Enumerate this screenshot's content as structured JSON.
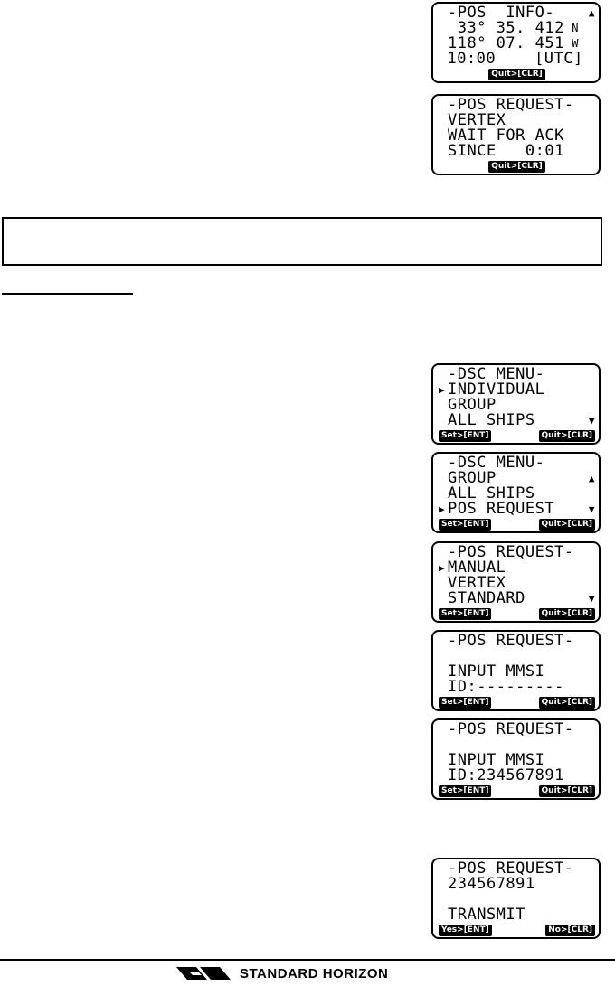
{
  "screens": [
    {
      "lines": [
        {
          "cursor": false,
          "text": "-POS  INFO-",
          "arrow": "up"
        },
        {
          "cursor": false,
          "text": " 33° 35. 412",
          "suffix": "N",
          "arrow": ""
        },
        {
          "cursor": false,
          "text": "118° 07. 451",
          "suffix": "W",
          "arrow": ""
        },
        {
          "cursor": false,
          "text": "10:00    [UTC]",
          "arrow": ""
        }
      ],
      "keys": {
        "left": "",
        "right": "Quit>[CLR]",
        "center": true
      }
    },
    {
      "lines": [
        {
          "cursor": false,
          "text": "-POS REQUEST-",
          "arrow": ""
        },
        {
          "cursor": false,
          "text": "VERTEX",
          "arrow": ""
        },
        {
          "cursor": false,
          "text": "WAIT FOR ACK",
          "arrow": ""
        },
        {
          "cursor": false,
          "text": "SINCE   0:01",
          "arrow": ""
        }
      ],
      "keys": {
        "left": "",
        "right": "Quit>[CLR]",
        "center": true
      }
    },
    {
      "lines": [
        {
          "cursor": false,
          "text": "-DSC MENU-",
          "arrow": ""
        },
        {
          "cursor": true,
          "text": "INDIVIDUAL",
          "arrow": ""
        },
        {
          "cursor": false,
          "text": "GROUP",
          "arrow": ""
        },
        {
          "cursor": false,
          "text": "ALL SHIPS",
          "arrow": "down"
        }
      ],
      "keys": {
        "left": "Set>[ENT]",
        "right": "Quit>[CLR]",
        "center": false
      }
    },
    {
      "lines": [
        {
          "cursor": false,
          "text": "-DSC MENU-",
          "arrow": ""
        },
        {
          "cursor": false,
          "text": "GROUP",
          "arrow": "up"
        },
        {
          "cursor": false,
          "text": "ALL SHIPS",
          "arrow": ""
        },
        {
          "cursor": true,
          "text": "POS REQUEST",
          "arrow": "down"
        }
      ],
      "keys": {
        "left": "Set>[ENT]",
        "right": "Quit>[CLR]",
        "center": false
      }
    },
    {
      "lines": [
        {
          "cursor": false,
          "text": "-POS REQUEST-",
          "arrow": ""
        },
        {
          "cursor": true,
          "text": "MANUAL",
          "arrow": ""
        },
        {
          "cursor": false,
          "text": "VERTEX",
          "arrow": ""
        },
        {
          "cursor": false,
          "text": "STANDARD",
          "arrow": "down"
        }
      ],
      "keys": {
        "left": "Set>[ENT]",
        "right": "Quit>[CLR]",
        "center": false
      }
    },
    {
      "lines": [
        {
          "cursor": false,
          "text": "-POS REQUEST-",
          "arrow": ""
        },
        {
          "cursor": false,
          "text": "",
          "arrow": ""
        },
        {
          "cursor": false,
          "text": "INPUT MMSI",
          "arrow": ""
        },
        {
          "cursor": false,
          "text": "ID:---------",
          "arrow": ""
        }
      ],
      "keys": {
        "left": "Set>[ENT]",
        "right": "Quit>[CLR]",
        "center": false
      }
    },
    {
      "lines": [
        {
          "cursor": false,
          "text": "-POS REQUEST-",
          "arrow": ""
        },
        {
          "cursor": false,
          "text": "",
          "arrow": ""
        },
        {
          "cursor": false,
          "text": "INPUT MMSI",
          "arrow": ""
        },
        {
          "cursor": false,
          "text": "ID:234567891",
          "arrow": ""
        }
      ],
      "keys": {
        "left": "Set>[ENT]",
        "right": "Quit>[CLR]",
        "center": false
      }
    },
    {
      "lines": [
        {
          "cursor": false,
          "text": "-POS REQUEST-",
          "arrow": ""
        },
        {
          "cursor": false,
          "text": "234567891",
          "arrow": ""
        },
        {
          "cursor": false,
          "text": "",
          "arrow": ""
        },
        {
          "cursor": false,
          "text": "TRANSMIT",
          "arrow": ""
        }
      ],
      "keys": {
        "left": "Yes>[ENT]",
        "right": "No>[CLR]",
        "center": false
      }
    }
  ],
  "footer": {
    "brand": "STANDARD HORIZON",
    "logo_icon": "standard-horizon-logo-icon"
  }
}
